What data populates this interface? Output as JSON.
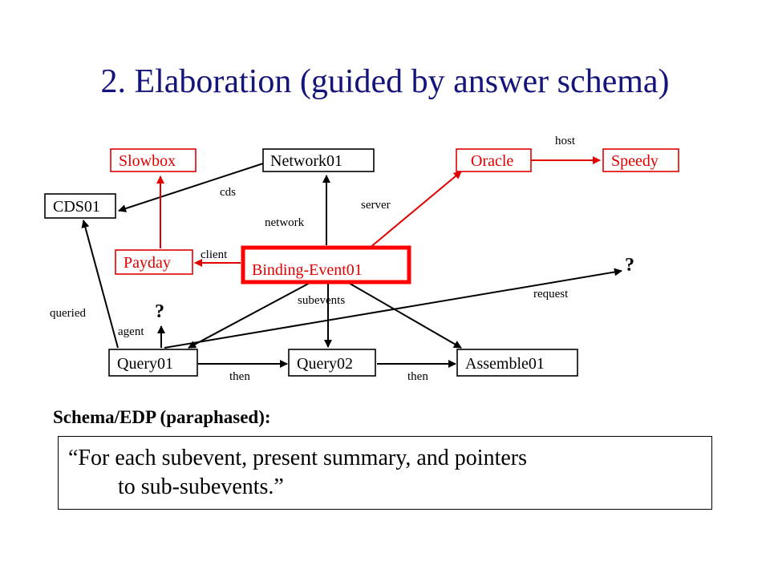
{
  "title": "2. Elaboration (guided by answer schema)",
  "nodes": {
    "slowbox": "Slowbox",
    "network01": "Network01",
    "oracle": "Oracle",
    "speedy": "Speedy",
    "cds01": "CDS01",
    "payday": "Payday",
    "binding_event01": "Binding-Event01",
    "query01": "Query01",
    "query02": "Query02",
    "assemble01": "Assemble01"
  },
  "edge_labels": {
    "host": "host",
    "cds": "cds",
    "server": "server",
    "network": "network",
    "client": "client",
    "request": "request",
    "subevents": "subevents",
    "queried": "queried",
    "agent": "agent",
    "then_1": "then",
    "then_2": "then"
  },
  "unknowns": {
    "request_target": "?",
    "agent_target": "?"
  },
  "colors": {
    "title": "#14147a",
    "highlight": "#e00000",
    "focus_border": "#ff0000"
  },
  "schema": {
    "heading": "Schema/EDP (paraphased):",
    "quote_line1": "“For each subevent, present summary, and pointers",
    "quote_line2": "to sub-subevents.”"
  }
}
